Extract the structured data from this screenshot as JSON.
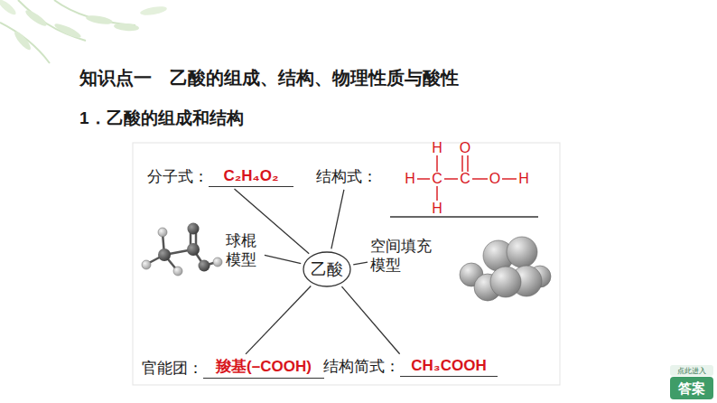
{
  "diagram": {
    "title": "知识点一　乙酸的组成、结构、物理性质与酸性",
    "nodes": [
      {
        "text": [
          "乙酸"
        ]
      },
      {
        "text": [
          "分子式：",
          "C₂H₄O₂"
        ]
      },
      {
        "text": [
          "结构式："
        ]
      },
      {
        "text": [
          "球棍 模型"
        ]
      },
      {
        "text": [
          "空间填充 模型"
        ]
      },
      {
        "text": [
          "官能团：",
          "羧基(–COOH)"
        ]
      },
      {
        "text": [
          "结构简式：",
          "CH₃COOH"
        ]
      }
    ],
    "edges": [
      {
        "from": 0,
        "to": 1,
        "arrow": "none"
      },
      {
        "from": 0,
        "to": 2,
        "arrow": "none"
      },
      {
        "from": 0,
        "to": 3,
        "arrow": "none"
      },
      {
        "from": 0,
        "to": 4,
        "arrow": "none"
      },
      {
        "from": 0,
        "to": 5,
        "arrow": "none"
      },
      {
        "from": 0,
        "to": 6,
        "arrow": "none"
      }
    ],
    "labels": [
      "1．乙酸的组成和结构",
      "H",
      "O",
      "H",
      "C",
      "C",
      "O",
      "H",
      "H",
      "点此进入",
      "答案"
    ]
  }
}
